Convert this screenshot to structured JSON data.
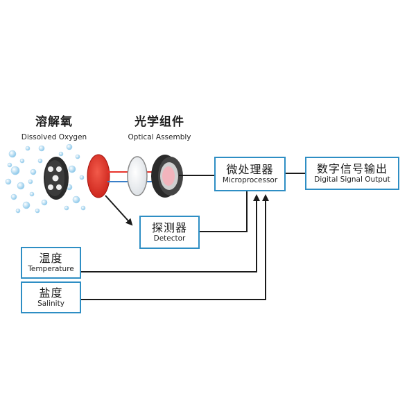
{
  "colors": {
    "box_border": "#2e8ec4",
    "line": "#1a1a1a",
    "red_disk": "#e8322a",
    "bubble": "#8cc8ea"
  },
  "icons": {
    "sensor_head": "dissolved-oxygen-sensor-icon",
    "red_film": "red-membrane-icon",
    "optical_lens": "optical-lens-icon",
    "optical_ring": "optical-ring-icon"
  },
  "dissolved_oxygen": {
    "cn": "溶解氧",
    "en": "Dissolved Oxygen"
  },
  "optical_assembly": {
    "cn": "光学组件",
    "en": "Optical Assembly"
  },
  "microprocessor": {
    "cn": "微处理器",
    "en": "Microprocessor"
  },
  "digital_output": {
    "cn": "数字信号输出",
    "en": "Digital Signal Output"
  },
  "detector": {
    "cn": "探测器",
    "en": "Detector"
  },
  "temperature": {
    "cn": "温度",
    "en": "Temperature"
  },
  "salinity": {
    "cn": "盐度",
    "en": "Salinity"
  }
}
